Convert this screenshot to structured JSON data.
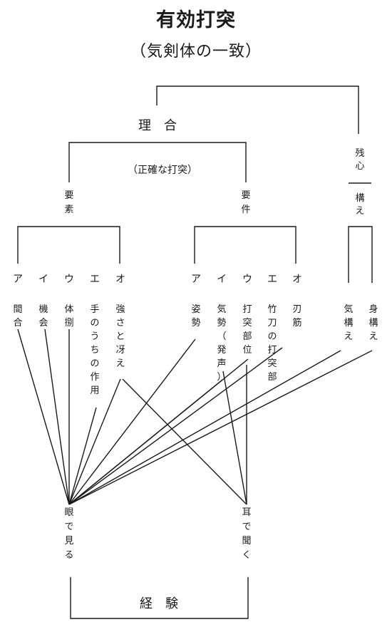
{
  "title": "有効打突",
  "subtitle": "（気剣体の一致）",
  "top": {
    "riai": "理　合",
    "zanshin": "残心",
    "kamae": "構え",
    "seikaku": "（正確な打突）"
  },
  "youso": {
    "heading": "要素",
    "items": [
      {
        "letter": "ア",
        "label": "間合"
      },
      {
        "letter": "イ",
        "label": "機会"
      },
      {
        "letter": "ウ",
        "label": "体捌"
      },
      {
        "letter": "エ",
        "label": "手のうちの作用"
      },
      {
        "letter": "オ",
        "label": "強さと冴え"
      }
    ]
  },
  "youken": {
    "heading": "要件",
    "items": [
      {
        "letter": "ア",
        "label": "姿勢"
      },
      {
        "letter": "イ",
        "label": "気勢（発声）"
      },
      {
        "letter": "ウ",
        "label": "打突部位"
      },
      {
        "letter": "エ",
        "label": "竹刀の打突部"
      },
      {
        "letter": "オ",
        "label": "刃筋"
      }
    ]
  },
  "kamae_items": [
    {
      "label": "気構え"
    },
    {
      "label": "身構え"
    }
  ],
  "bottom": {
    "me": "眼で見る",
    "mimi": "耳で聞く",
    "keiken": "経　験"
  }
}
